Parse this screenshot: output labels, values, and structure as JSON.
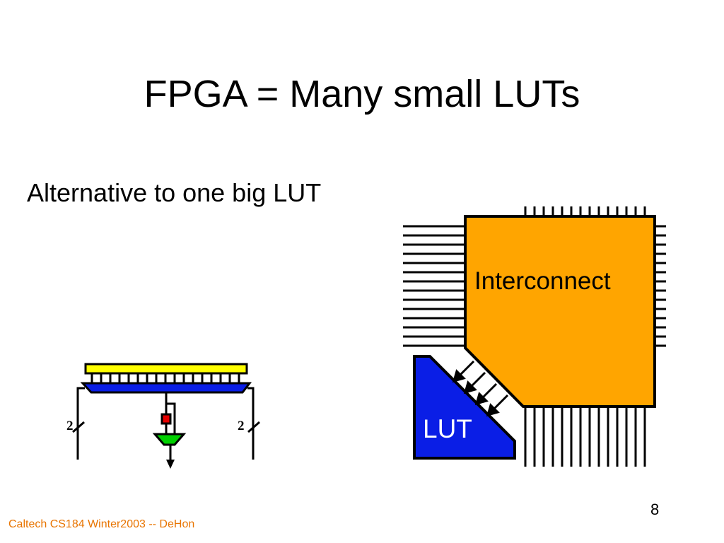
{
  "slide": {
    "title": "FPGA = Many small LUTs",
    "bullet": "Alternative to one big LUT",
    "footer": "Caltech CS184 Winter2003 -- DeHon",
    "page_number": "8"
  },
  "fpga_diagram": {
    "interconnect_label": "Interconnect",
    "lut_label": "LUT",
    "colors": {
      "interconnect": "#ffa500",
      "lut": "#0a1ee6",
      "wires": "#000000"
    }
  },
  "lut_circuit": {
    "left_bus_width": "2",
    "right_bus_width": "2",
    "colors": {
      "memory_bar": "#ffff00",
      "decoder": "#0a1ee6",
      "register": "#e60000",
      "output_mux": "#00d000"
    }
  }
}
